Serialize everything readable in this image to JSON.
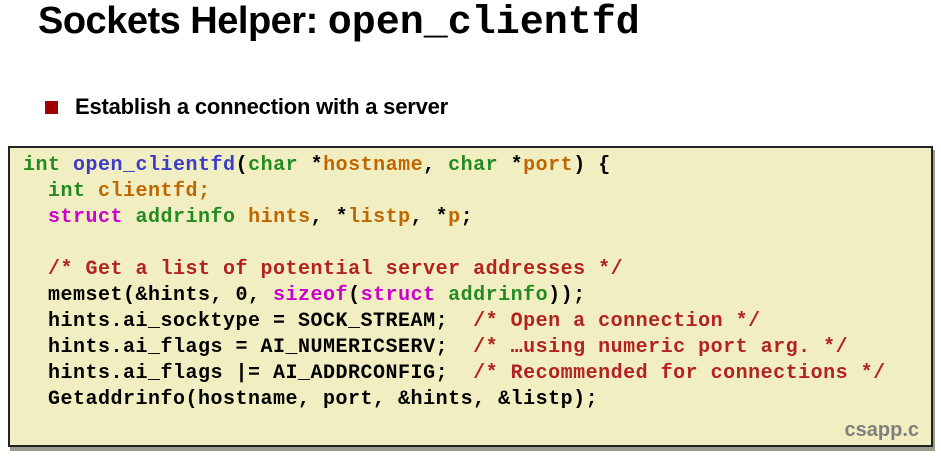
{
  "slide": {
    "title_regular": "Sockets Helper:",
    "title_mono": "open_clientfd",
    "bullet_text": "Establish a connection with a server",
    "code_filename": "csapp.c"
  },
  "colors": {
    "bullet_red": "#A00000",
    "code_bg": "#F1EFC1",
    "code_border": "#222222",
    "shadow": "#9B9B8D",
    "plain_black": "#000000",
    "kw_green": "#228B22",
    "func_blue": "#3C3CC8",
    "ident_orange": "#C06600",
    "type_magenta": "#CC00CC",
    "comment_red": "#B22222",
    "filename_gray": "#7F7F7F"
  },
  "code": {
    "lines": [
      [
        {
          "c": "g",
          "t": "int"
        },
        {
          "c": "k",
          "t": " "
        },
        {
          "c": "b",
          "t": "open_clientfd"
        },
        {
          "c": "k",
          "t": "("
        },
        {
          "c": "g",
          "t": "char"
        },
        {
          "c": "k",
          "t": " *"
        },
        {
          "c": "o",
          "t": "hostname"
        },
        {
          "c": "k",
          "t": ", "
        },
        {
          "c": "g",
          "t": "char"
        },
        {
          "c": "k",
          "t": " *"
        },
        {
          "c": "o",
          "t": "port"
        },
        {
          "c": "k",
          "t": ") {"
        }
      ],
      [
        {
          "c": "k",
          "t": "  "
        },
        {
          "c": "g",
          "t": "int"
        },
        {
          "c": "k",
          "t": " "
        },
        {
          "c": "o",
          "t": "clientfd;"
        }
      ],
      [
        {
          "c": "k",
          "t": "  "
        },
        {
          "c": "m",
          "t": "struct"
        },
        {
          "c": "k",
          "t": " "
        },
        {
          "c": "g",
          "t": "addrinfo"
        },
        {
          "c": "k",
          "t": " "
        },
        {
          "c": "o",
          "t": "hints"
        },
        {
          "c": "k",
          "t": ", *"
        },
        {
          "c": "o",
          "t": "listp"
        },
        {
          "c": "k",
          "t": ", *"
        },
        {
          "c": "o",
          "t": "p"
        },
        {
          "c": "k",
          "t": ";"
        }
      ],
      [],
      [
        {
          "c": "k",
          "t": "  "
        },
        {
          "c": "r",
          "t": "/* Get a list of potential server addresses */"
        }
      ],
      [
        {
          "c": "k",
          "t": "  memset(&hints, 0, "
        },
        {
          "c": "m",
          "t": "sizeof"
        },
        {
          "c": "k",
          "t": "("
        },
        {
          "c": "m",
          "t": "struct"
        },
        {
          "c": "k",
          "t": " "
        },
        {
          "c": "g",
          "t": "addrinfo"
        },
        {
          "c": "k",
          "t": "));"
        }
      ],
      [
        {
          "c": "k",
          "t": "  hints.ai_socktype = SOCK_STREAM;  "
        },
        {
          "c": "r",
          "t": "/* Open a connection */"
        }
      ],
      [
        {
          "c": "k",
          "t": "  hints.ai_flags = AI_NUMERICSERV;  "
        },
        {
          "c": "r",
          "t": "/* …using numeric port arg. */"
        }
      ],
      [
        {
          "c": "k",
          "t": "  hints.ai_flags |= AI_ADDRCONFIG;  "
        },
        {
          "c": "r",
          "t": "/* Recommended for connections */"
        }
      ],
      [
        {
          "c": "k",
          "t": "  Getaddrinfo(hostname, port, &hints, &listp);"
        }
      ]
    ]
  }
}
